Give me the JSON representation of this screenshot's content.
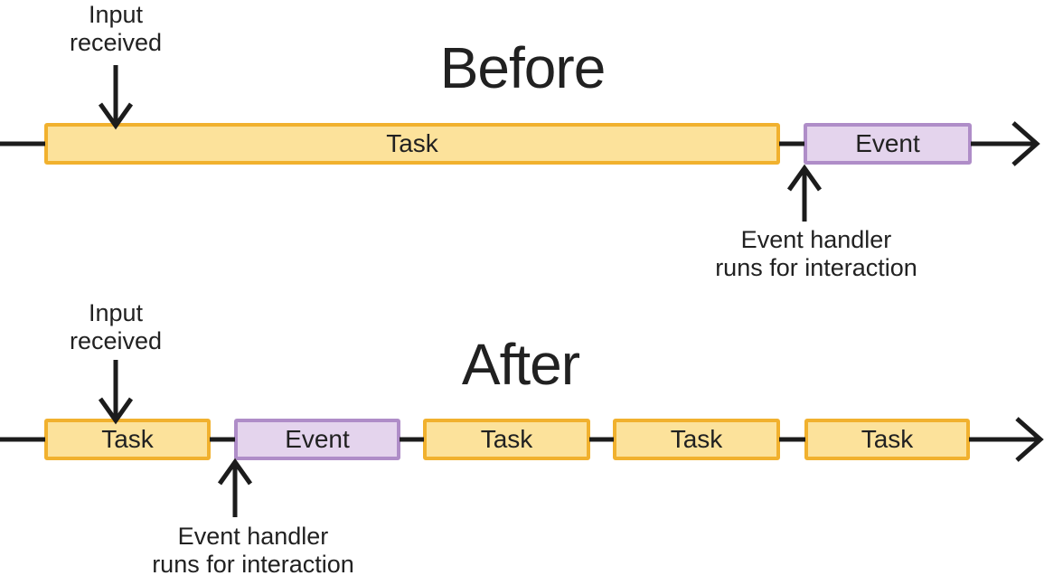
{
  "colors": {
    "task_fill": "#FCE29B",
    "task_border": "#F1B12E",
    "event_fill": "#E4D4ED",
    "event_border": "#AF8DC8",
    "line": "#1C1C1C",
    "text": "#212121"
  },
  "before": {
    "title": "Before",
    "input_label": "Input\nreceived",
    "handler_label": "Event handler\nruns for interaction",
    "boxes": [
      {
        "label": "Task",
        "type": "task"
      },
      {
        "label": "Event",
        "type": "event"
      }
    ]
  },
  "after": {
    "title": "After",
    "input_label": "Input\nreceived",
    "handler_label": "Event handler\nruns for interaction",
    "boxes": [
      {
        "label": "Task",
        "type": "task"
      },
      {
        "label": "Event",
        "type": "event"
      },
      {
        "label": "Task",
        "type": "task"
      },
      {
        "label": "Task",
        "type": "task"
      },
      {
        "label": "Task",
        "type": "task"
      }
    ]
  }
}
